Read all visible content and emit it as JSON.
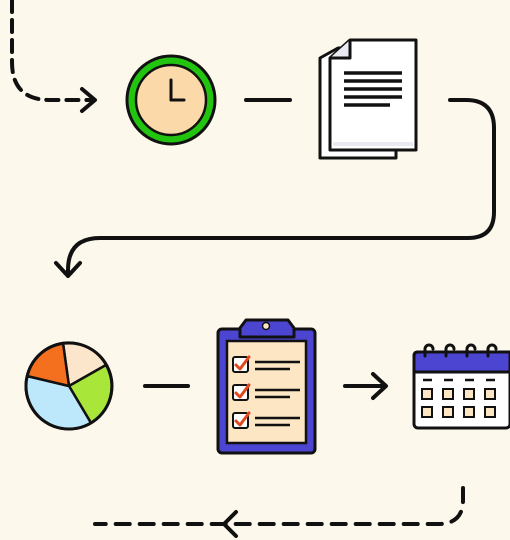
{
  "diagram": {
    "background": "#fdf8ec",
    "stroke_color": "#111111",
    "nodes": [
      {
        "id": "clock",
        "icon": "clock-icon",
        "colors": {
          "rim": "#22c40f",
          "face": "#fcd9a8"
        }
      },
      {
        "id": "documents",
        "icon": "documents-icon",
        "colors": {
          "paper": "#ffffff",
          "lines": "#111111"
        }
      },
      {
        "id": "pie-chart",
        "icon": "pie-chart-icon",
        "colors": {
          "blue": "#bde8fb",
          "green": "#a8e63a",
          "orange": "#f4701f",
          "cream": "#fbe6cc"
        }
      },
      {
        "id": "checklist",
        "icon": "clipboard-checklist-icon",
        "colors": {
          "board": "#4b45d1",
          "paper": "#fde6c3",
          "check": "#e2471d"
        }
      },
      {
        "id": "calendar",
        "icon": "calendar-icon",
        "colors": {
          "header": "#4b45d1",
          "body": "#ffffff",
          "cells": "#fde6c3"
        }
      }
    ],
    "connectors": [
      {
        "from": "start",
        "to": "clock",
        "style": "dashed",
        "arrow": true
      },
      {
        "from": "clock",
        "to": "documents",
        "style": "solid",
        "arrow": false
      },
      {
        "from": "documents",
        "to": "pie-chart",
        "style": "solid",
        "arrow": true
      },
      {
        "from": "pie-chart",
        "to": "checklist",
        "style": "solid",
        "arrow": false
      },
      {
        "from": "checklist",
        "to": "calendar",
        "style": "solid",
        "arrow": true
      },
      {
        "from": "calendar",
        "to": "end",
        "style": "dashed",
        "arrow": true
      }
    ]
  }
}
